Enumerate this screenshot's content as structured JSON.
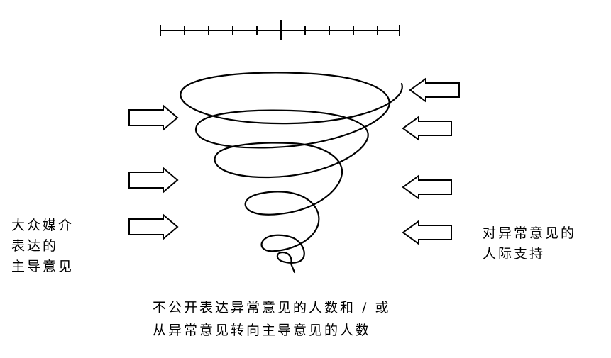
{
  "labels": {
    "left": {
      "line1": "大众媒介",
      "line2": "表达的",
      "line3": "主导意见"
    },
    "right": {
      "line1": "对异常意见的",
      "line2": "人际支持"
    },
    "bottom": {
      "line1": "不公开表达异常意见的人数和 / 或",
      "line2": "从异常意见转向主导意见的人数"
    }
  },
  "icons": {
    "scale": "scale-ruler-icon",
    "spiral": "spiral-icon",
    "arrow_right": "arrow-right-icon",
    "arrow_left": "arrow-left-icon"
  },
  "colors": {
    "stroke": "#000000",
    "background": "#ffffff"
  }
}
